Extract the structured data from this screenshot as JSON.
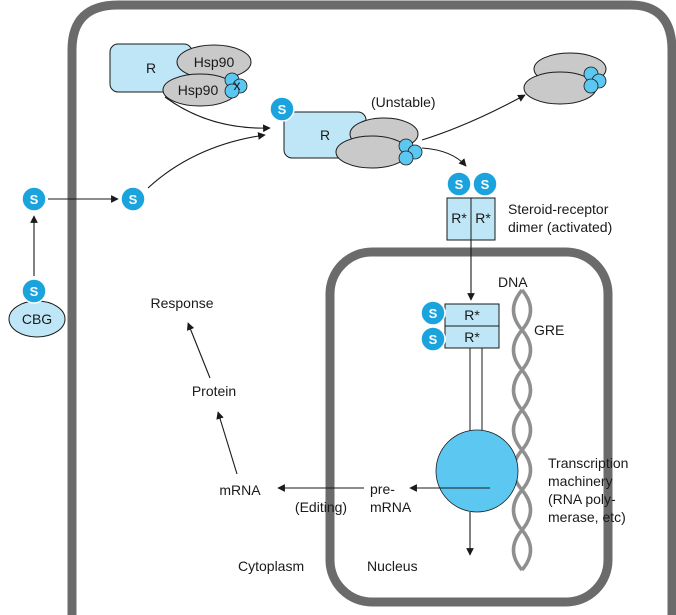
{
  "diagram": {
    "colors": {
      "cell_border": "#6b6b6b",
      "receptor_fill": "#bfe6f7",
      "chaperone_fill": "#c9c9c9",
      "steroid_fill": "#1ba3de",
      "machinery_fill": "#5cc8f2",
      "dna_strand": "#8f8f8f"
    },
    "labels": {
      "receptor": "R",
      "hsp90_top": "Hsp90",
      "hsp90_bottom": "Hsp90",
      "x_mark": "x",
      "steroid": "S",
      "unstable": "(Unstable)",
      "activated_receptor": "R*",
      "dimer_line1": "Steroid-receptor",
      "dimer_line2": "dimer (activated)",
      "dna": "DNA",
      "gre": "GRE",
      "cbg": "CBG",
      "response": "Response",
      "protein": "Protein",
      "mrna": "mRNA",
      "editing": "(Editing)",
      "pre_mrna_line1": "pre-",
      "pre_mrna_line2": "mRNA",
      "transcription_line1": "Transcription",
      "transcription_line2": "machinery",
      "transcription_line3": "(RNA poly-",
      "transcription_line4": "merase, etc)",
      "cytoplasm": "Cytoplasm",
      "nucleus": "Nucleus"
    }
  }
}
